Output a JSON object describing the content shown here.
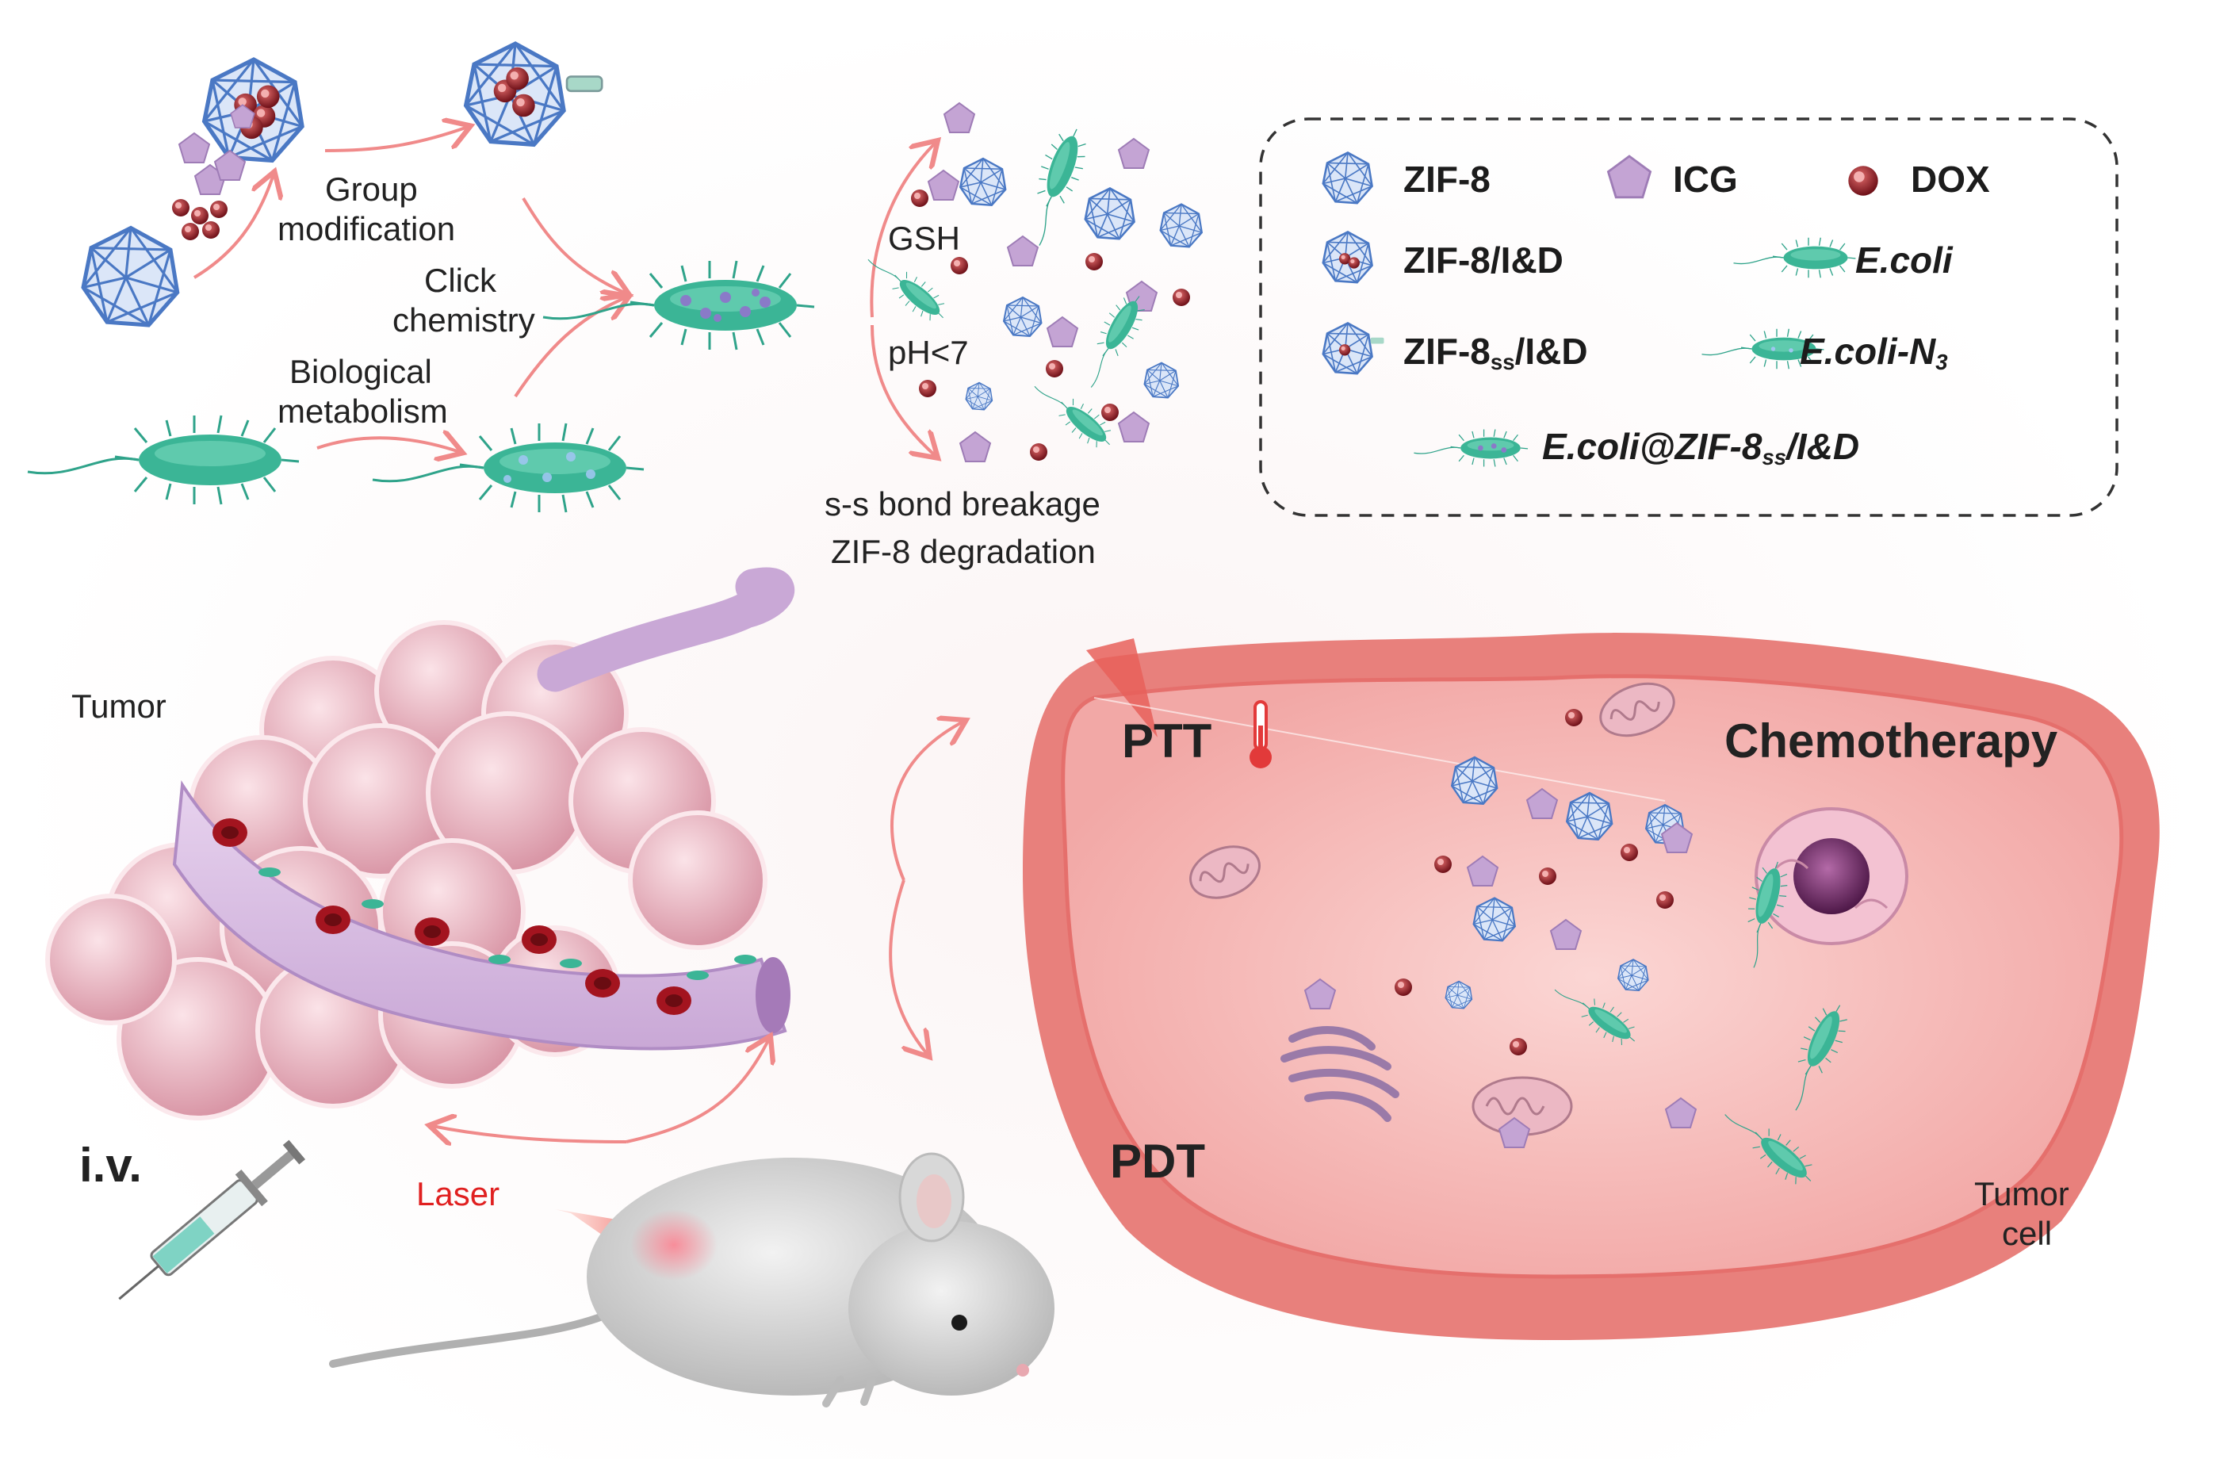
{
  "colors": {
    "zif": "#4a78c4",
    "icg": "#b894c8",
    "dox": "#8a1a22",
    "ecoli": "#2fa38a",
    "arrow": "#f08a8a",
    "cell": "#e98a86",
    "tumor": "#e9b6c0",
    "laser": "#e02020"
  },
  "synthesis": {
    "group_modification_1": "Group",
    "group_modification_2": "modification",
    "click_1": "Click",
    "click_2": "chemistry",
    "bio_1": "Biological",
    "bio_2": "metabolism"
  },
  "release": {
    "gsh": "GSH",
    "ph": "pH<7",
    "ss": "s-s bond breakage",
    "zif_deg": "ZIF-8 degradation"
  },
  "legend": {
    "zif8": "ZIF-8",
    "icg": "ICG",
    "dox": "DOX",
    "zif8_id": "ZIF-8/I&D",
    "ecoli": "E.coli",
    "zif8ss_main": "ZIF-8",
    "zif8ss_sub": "ss",
    "zif8ss_tail": "/I&D",
    "ecolin3_main": "E.coli-N",
    "ecolin3_sub": "3",
    "complex_main": "E.coli@ZIF-8",
    "complex_sub": "ss",
    "complex_tail": "/I&D"
  },
  "scene": {
    "tumor": "Tumor",
    "iv": "i.v.",
    "laser": "Laser",
    "ptt": "PTT",
    "pdt": "PDT",
    "chemo": "Chemotherapy",
    "tumor_cell_1": "Tumor",
    "tumor_cell_2": "cell"
  }
}
